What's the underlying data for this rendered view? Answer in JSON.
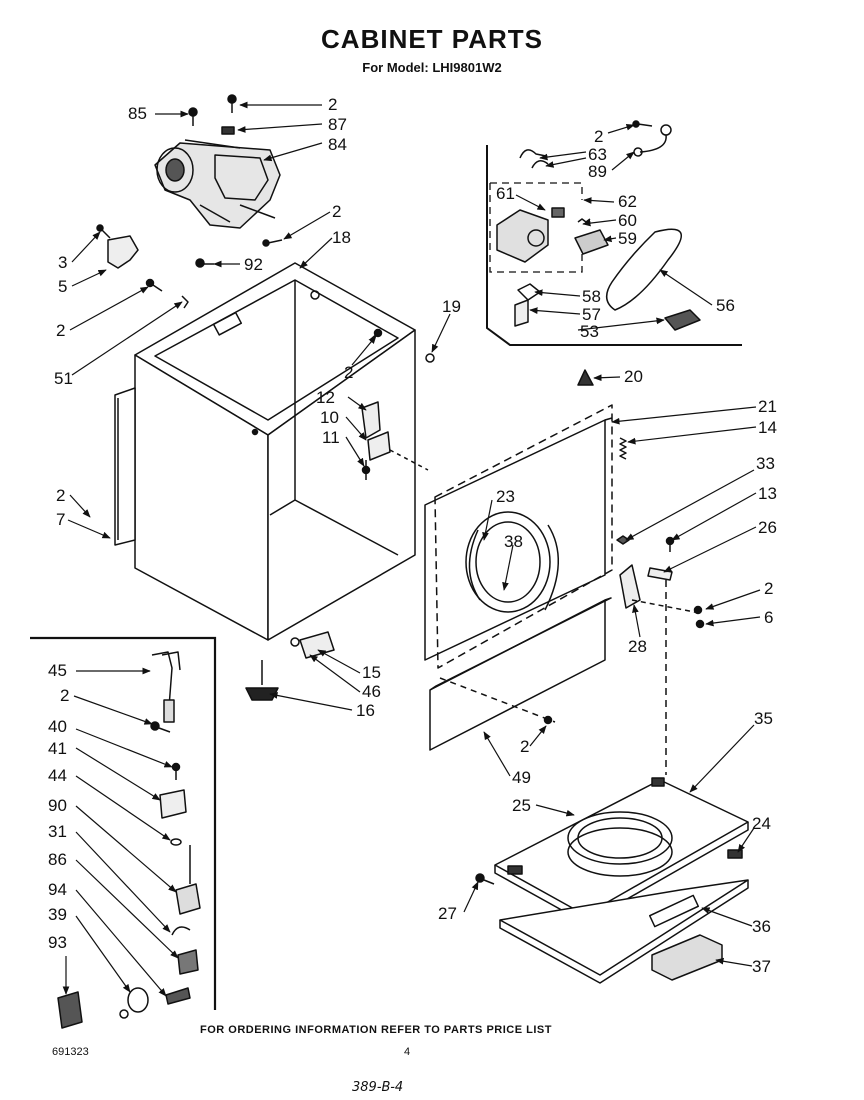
{
  "header": {
    "title": "CABINET PARTS",
    "model": "For Model: LHI9801W2"
  },
  "callouts": [
    "85",
    "2",
    "87",
    "84",
    "2",
    "63",
    "89",
    "61",
    "62",
    "60",
    "59",
    "58",
    "57",
    "53",
    "56",
    "2",
    "18",
    "3",
    "5",
    "92",
    "2",
    "51",
    "19",
    "2",
    "12",
    "10",
    "11",
    "20",
    "21",
    "14",
    "33",
    "13",
    "26",
    "23",
    "38",
    "2",
    "7",
    "2",
    "6",
    "28",
    "45",
    "2",
    "40",
    "41",
    "44",
    "90",
    "31",
    "86",
    "94",
    "39",
    "93",
    "15",
    "46",
    "16",
    "2",
    "49",
    "35",
    "25",
    "24",
    "27",
    "36",
    "37"
  ],
  "footer": {
    "note": "FOR ORDERING INFORMATION REFER TO PARTS PRICE LIST",
    "catalog_number": "691323",
    "page_number": "4",
    "handwritten": "389-B-4"
  }
}
